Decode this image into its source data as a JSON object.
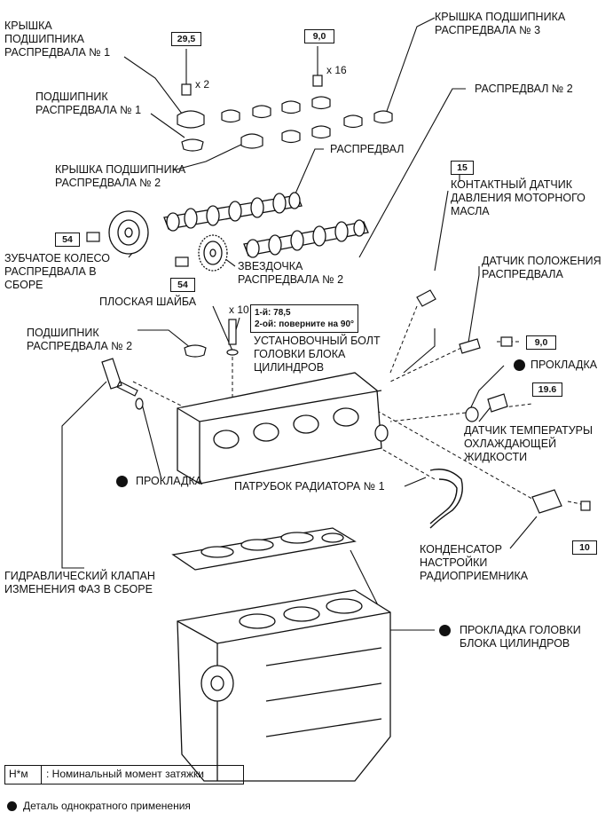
{
  "labels": {
    "cap1": "КРЫШКА\nПОДШИПНИКА\nРАСПРЕДВАЛА № 1",
    "bearing1": "ПОДШИПНИК\nРАСПРЕДВАЛА № 1",
    "cap2": "КРЫШКА ПОДШИПНИКА\nРАСПРЕДВАЛА № 2",
    "gear": "ЗУБЧАТОЕ КОЛЕСО\nРАСПРЕДВАЛА В\nСБОРЕ",
    "cap3": "КРЫШКА ПОДШИПНИКА\nРАСПРЕДВАЛА № 3",
    "camshaft2": "РАСПРЕДВАЛ № 2",
    "camshaft": "РАСПРЕДВАЛ",
    "oilsensor": "КОНТАКТНЫЙ ДАТЧИК\nДАВЛЕНИЯ МОТОРНОГО\nМАСЛА",
    "sprocket": "ЗВЕЗДОЧКА\nРАСПРЕДВАЛА № 2",
    "camsensor": "ДАТЧИК ПОЛОЖЕНИЯ\nРАСПРЕДВАЛА",
    "washer": "ПЛОСКАЯ ШАЙБА",
    "bearing2": "ПОДШИПНИК\nРАСПРЕДВАЛА № 2",
    "headbolt": "УСТАНОВОЧНЫЙ БОЛТ\nГОЛОВКИ БЛОКА\nЦИЛИНДРОВ",
    "gasket1": "ПРОКЛАДКА",
    "tempsensor": "ДАТЧИК ТЕМПЕРАТУРЫ\nОХЛАЖДАЮЩЕЙ\nЖИДКОСТИ",
    "gasket2": "ПРОКЛАДКА",
    "radpipe": "ПАТРУБОК РАДИАТОРА № 1",
    "condenser": "КОНДЕНСАТОР\nНАСТРОЙКИ\nРАДИОПРИЕМНИКА",
    "ocv": "ГИДРАВЛИЧЕСКИЙ КЛАПАН\nИЗМЕНЕНИЯ ФАЗ В СБОРЕ",
    "headgasket": "ПРОКЛАДКА ГОЛОВКИ\nБЛОКА ЦИЛИНДРОВ"
  },
  "torques": {
    "t1": "29,5",
    "t2": "9,0",
    "t3": "15",
    "t4": "54",
    "t5": "54",
    "t6": "9,0",
    "t7": "19.6",
    "t8": "10"
  },
  "mult": {
    "m1": "x 2",
    "m2": "x 16",
    "m3": "x 10"
  },
  "boltnote": "1-й: 78,5\n2-ой: поверните на 90°",
  "legend": {
    "unit": "Н*м",
    "torque": ": Номинальный момент затяжки",
    "once": "Деталь однократного применения"
  },
  "colors": {
    "line": "#111111",
    "fill": "#ffffff"
  }
}
